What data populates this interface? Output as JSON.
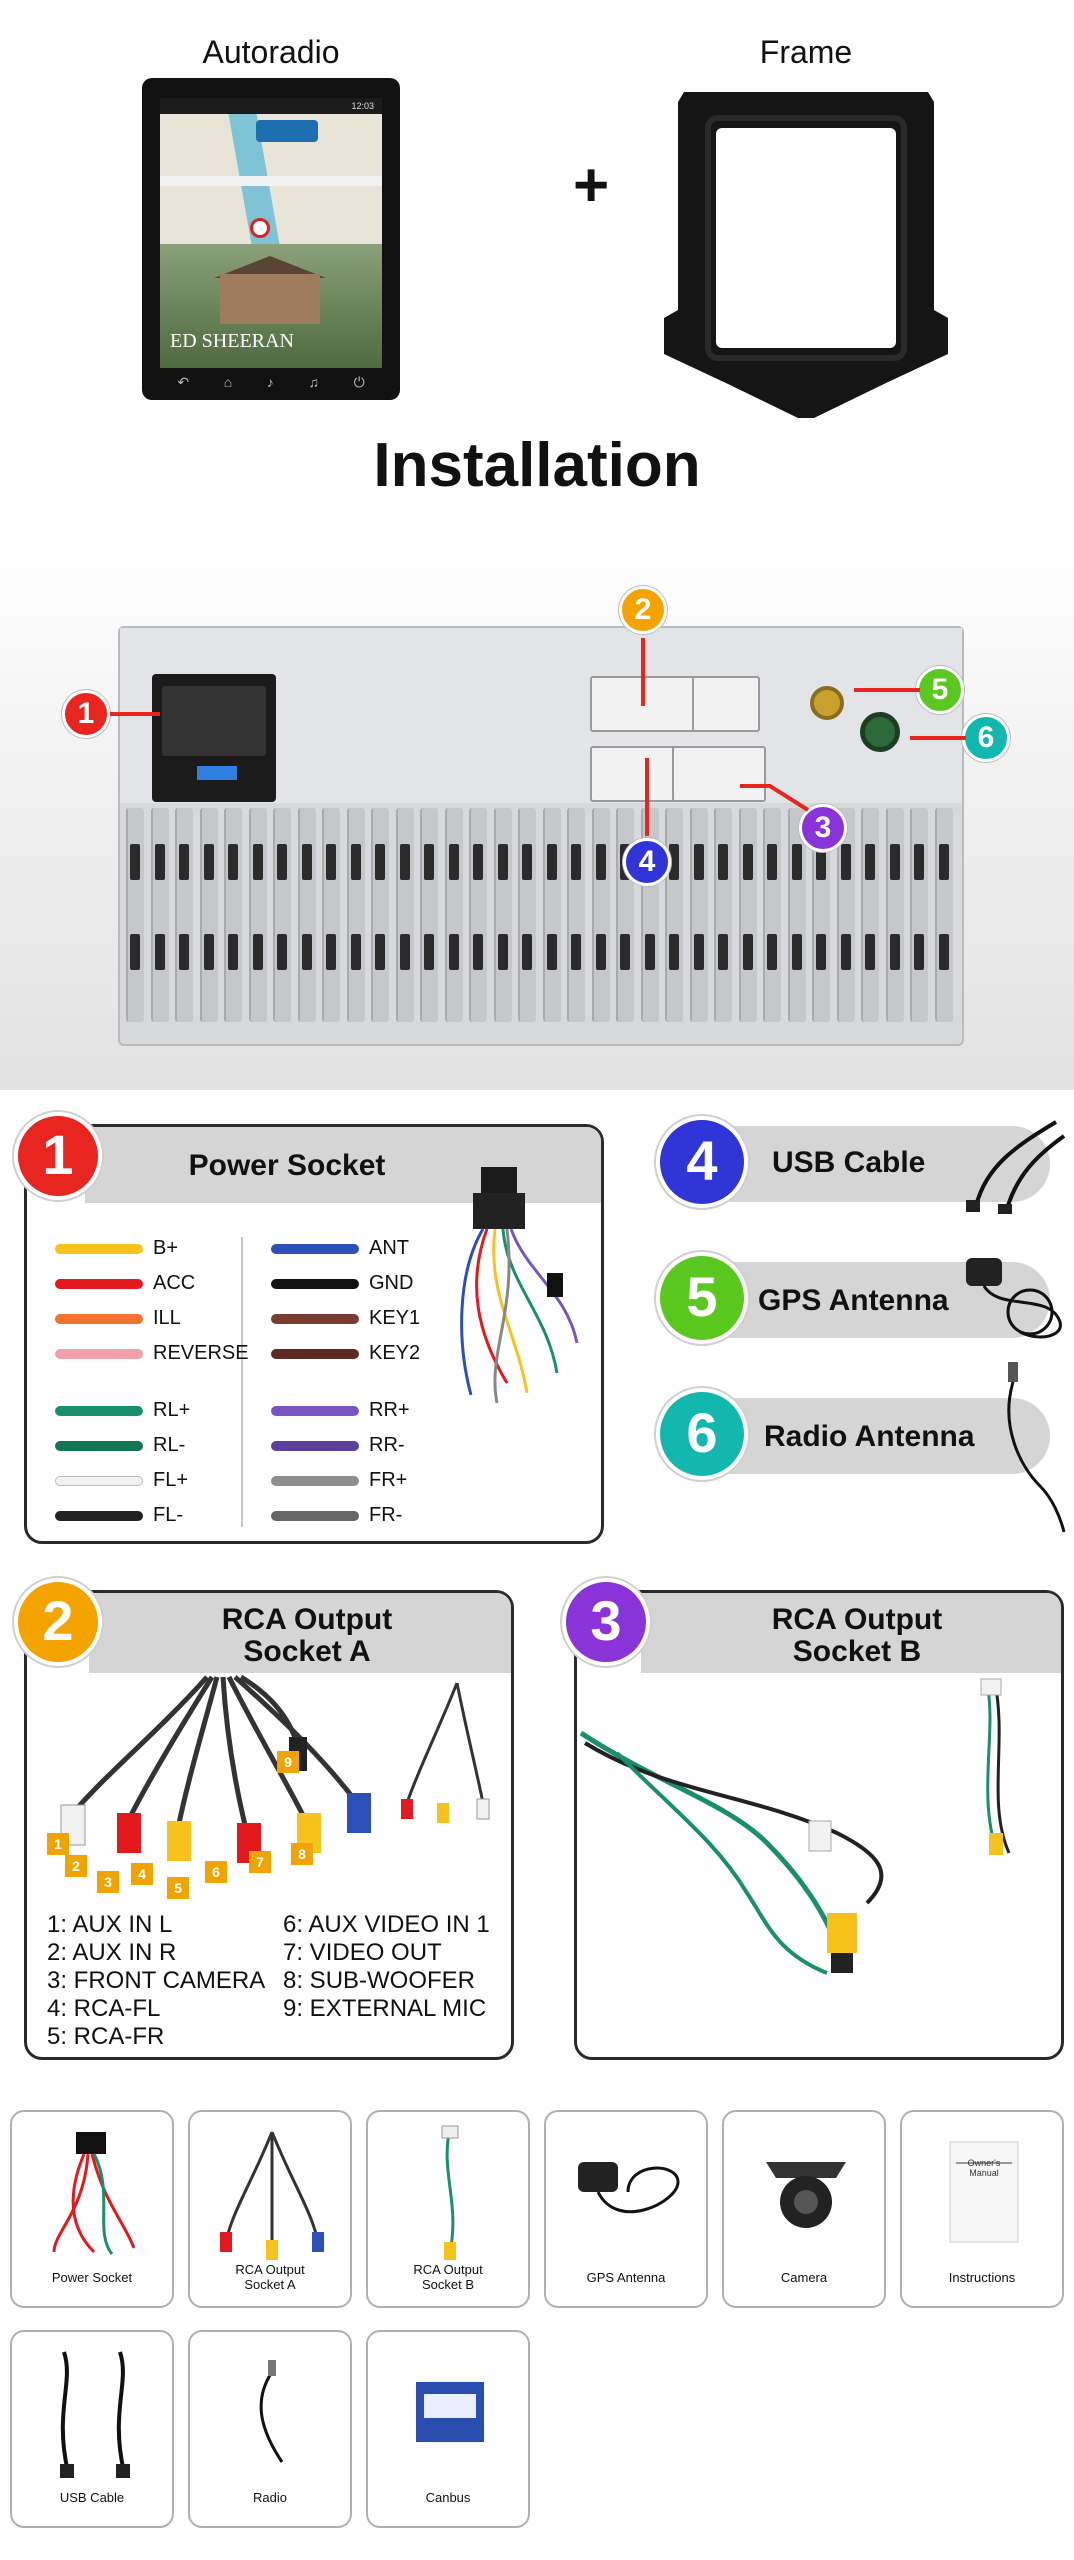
{
  "top": {
    "autoradio_label": "Autoradio",
    "frame_label": "Frame",
    "plus": "+",
    "screen_song": "ED SHEERAN",
    "screen_time": "12:03",
    "installation_title": "Installation"
  },
  "callouts": [
    "1",
    "2",
    "3",
    "4",
    "5",
    "6"
  ],
  "colors": {
    "c1": "#e8251f",
    "c2": "#f5a300",
    "c3": "#8a33d8",
    "c4": "#2f35d6",
    "c5": "#5ac81e",
    "c6": "#12b8ad"
  },
  "power_socket": {
    "number": "1",
    "title": "Power Socket",
    "left_wires": [
      {
        "label": "B+",
        "color": "#f6c21b"
      },
      {
        "label": "ACC",
        "color": "#e3191d"
      },
      {
        "label": "ILL",
        "color": "#f27330"
      },
      {
        "label": "REVERSE",
        "color": "#f3a0ad"
      },
      {
        "label": "RL+",
        "color": "#1a8f6e"
      },
      {
        "label": "RL-",
        "color": "#127556"
      },
      {
        "label": "FL+",
        "color": "#f2f2f2"
      },
      {
        "label": "FL-",
        "color": "#222222"
      }
    ],
    "right_wires": [
      {
        "label": "ANT",
        "color": "#2d4fb8"
      },
      {
        "label": "GND",
        "color": "#111111"
      },
      {
        "label": "KEY1",
        "color": "#7a3b30"
      },
      {
        "label": "KEY2",
        "color": "#5e2a24"
      },
      {
        "label": "RR+",
        "color": "#7a55c2"
      },
      {
        "label": "RR-",
        "color": "#5b3f9a"
      },
      {
        "label": "FR+",
        "color": "#8f8f8f"
      },
      {
        "label": "FR-",
        "color": "#666666"
      }
    ]
  },
  "usb": {
    "number": "4",
    "title": "USB Cable"
  },
  "gps": {
    "number": "5",
    "title": "GPS Antenna"
  },
  "radio_antenna": {
    "number": "6",
    "title": "Radio Antenna"
  },
  "rca_a": {
    "number": "2",
    "title_line1": "RCA Output",
    "title_line2": "Socket A",
    "tags": [
      "1",
      "2",
      "3",
      "4",
      "5",
      "6",
      "7",
      "8",
      "9"
    ],
    "left_items": [
      "1: AUX IN L",
      "2: AUX IN R",
      "3: FRONT CAMERA",
      "4: RCA-FL",
      "5: RCA-FR"
    ],
    "right_items": [
      "6: AUX VIDEO IN 1",
      "7: VIDEO OUT",
      "8: SUB-WOOFER",
      "9: EXTERNAL MIC"
    ]
  },
  "rca_b": {
    "number": "3",
    "title_line1": "RCA Output",
    "title_line2": "Socket B"
  },
  "accessories": [
    {
      "label": "Power Socket",
      "icon": "power-harness"
    },
    {
      "label": "RCA Output\nSocket A",
      "icon": "rca-cable"
    },
    {
      "label": "RCA Output\nSocket B",
      "icon": "rca-cable-b"
    },
    {
      "label": "GPS Antenna",
      "icon": "gps-antenna"
    },
    {
      "label": "Camera",
      "icon": "camera"
    },
    {
      "label": "Instructions",
      "icon": "manual"
    },
    {
      "label": "USB Cable",
      "icon": "usb-cable"
    },
    {
      "label": "Radio",
      "icon": "radio-cable"
    },
    {
      "label": "Canbus",
      "icon": "canbus-box"
    }
  ],
  "manual": {
    "title": "Owner's Manual"
  }
}
